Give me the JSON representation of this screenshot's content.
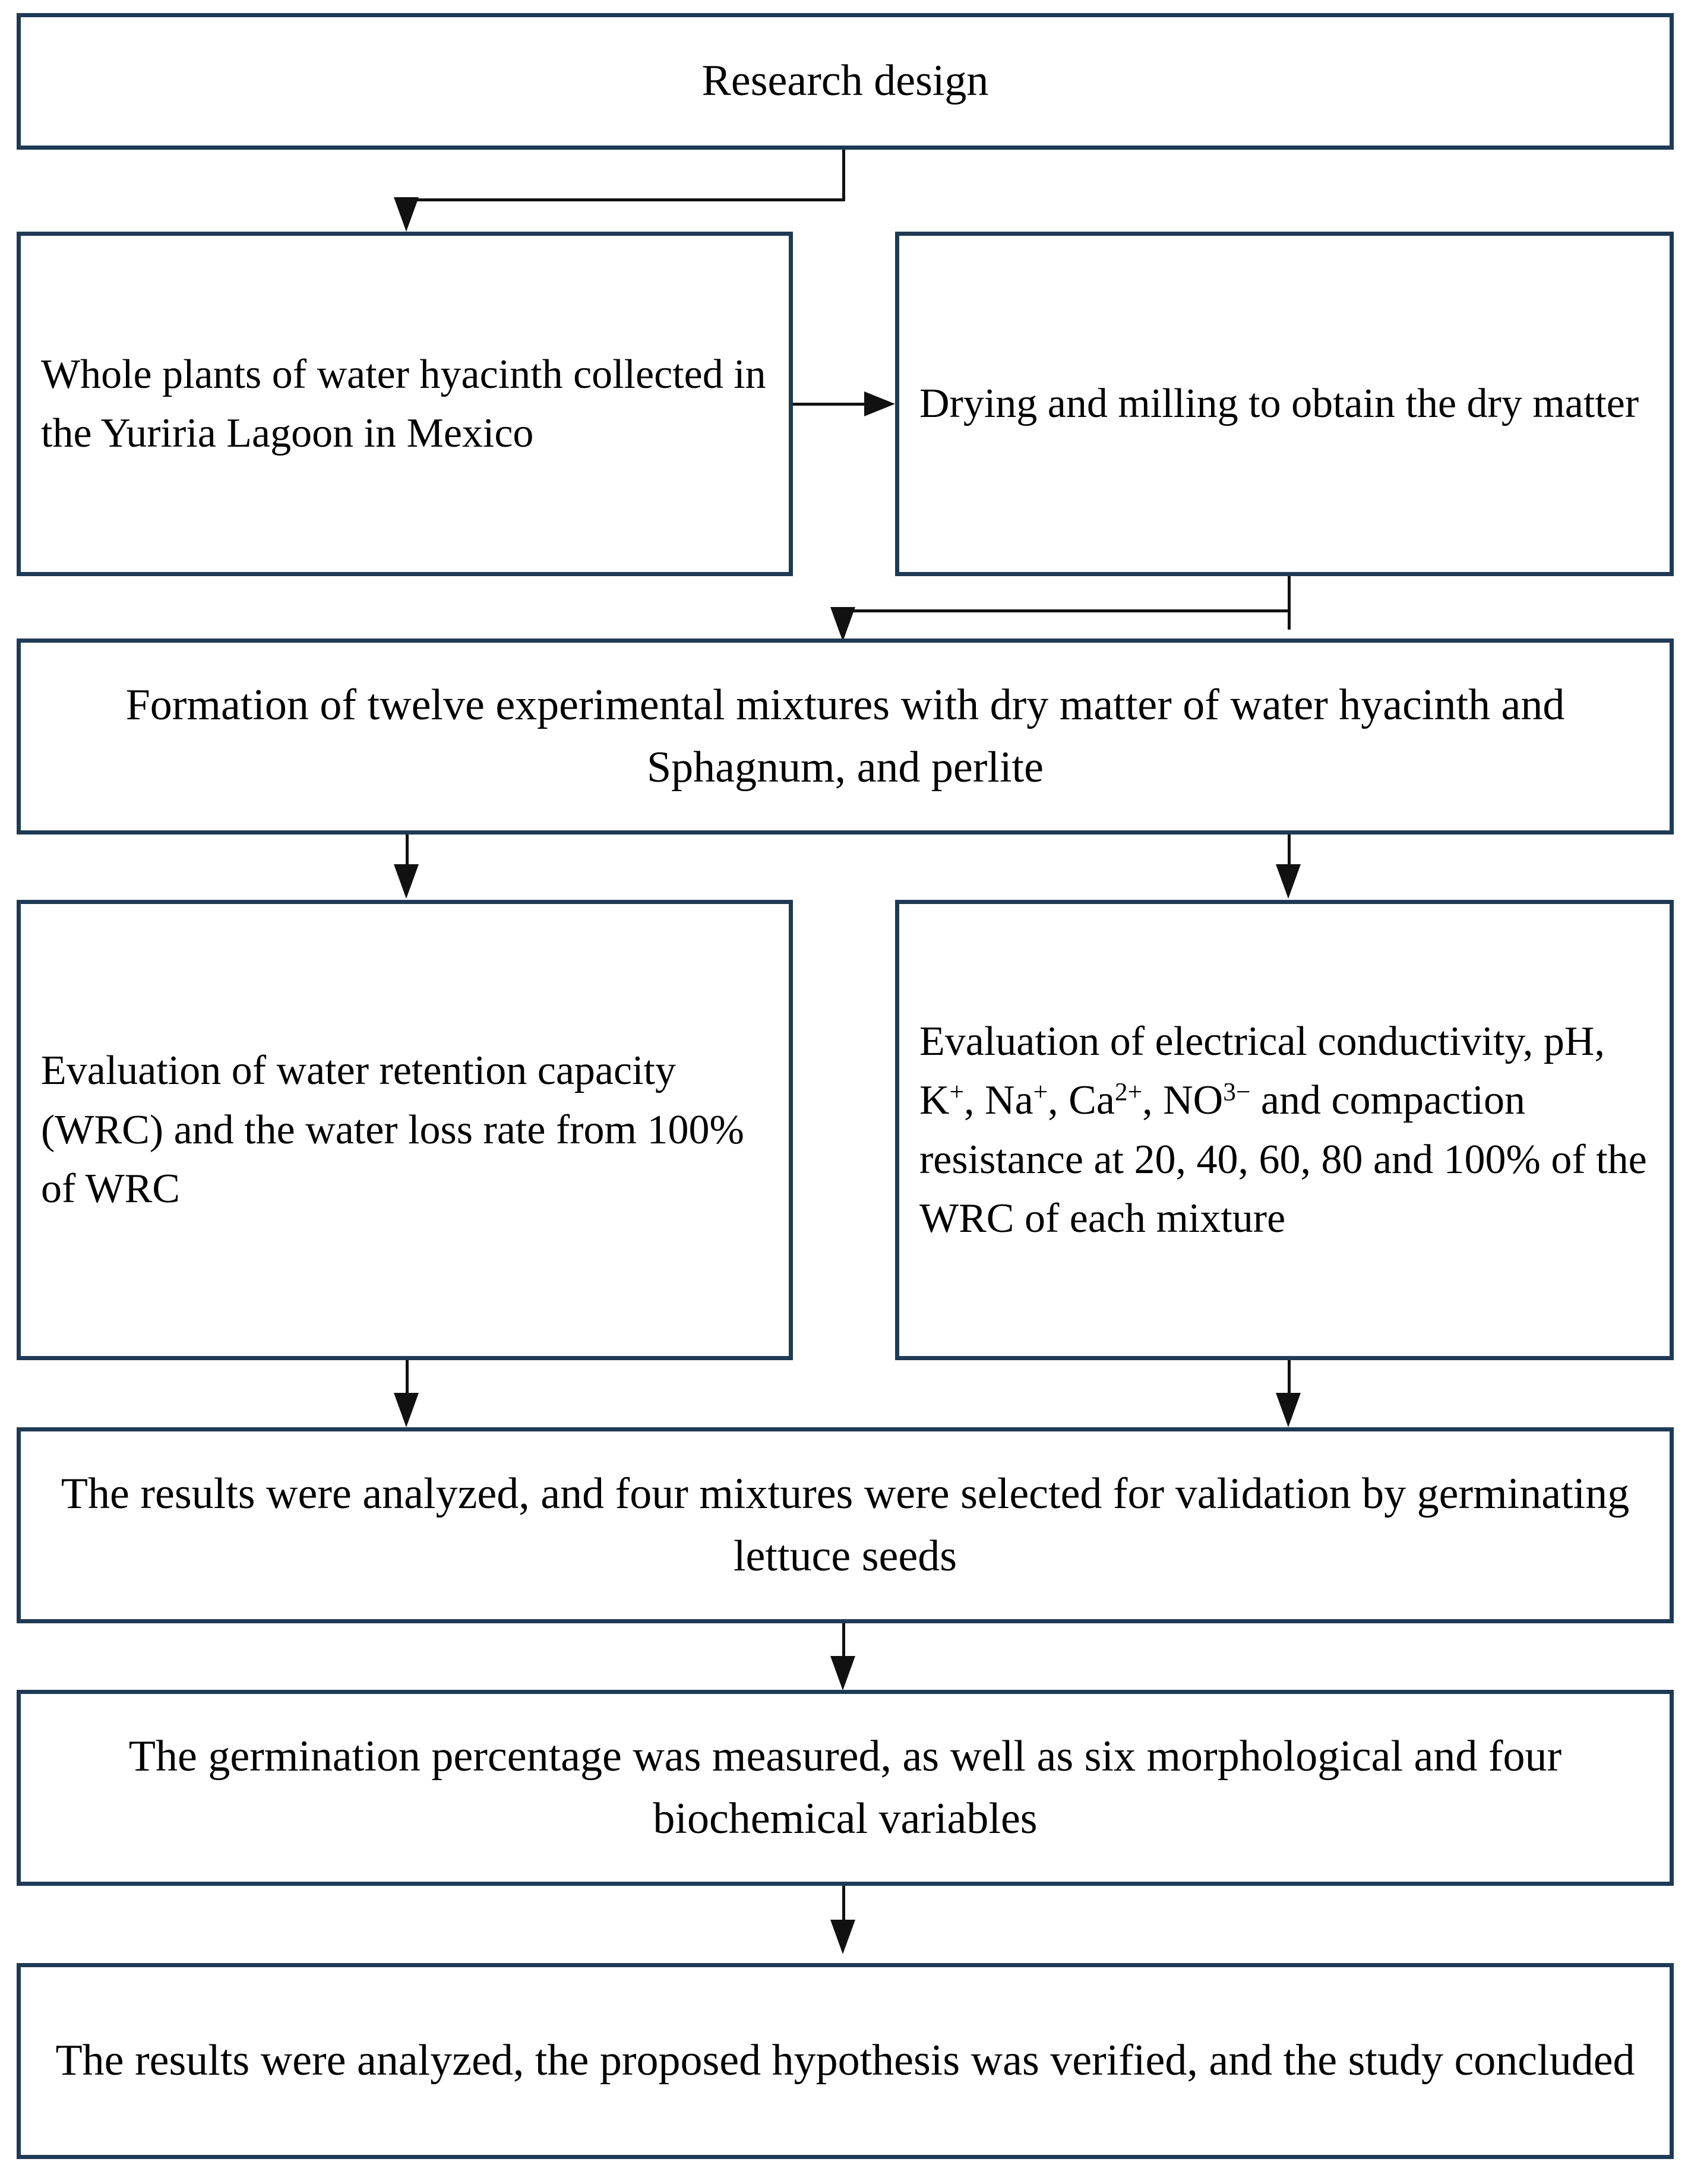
{
  "diagram": {
    "title": "Research design flowchart",
    "border_color": "#1e3a55",
    "connector_color": "#111111",
    "background": "#ffffff",
    "nodes": [
      {
        "id": "research",
        "label": "Research design"
      },
      {
        "id": "collect",
        "label": "Whole plants of water hyacinth collected in the Yuriria Lagoon in Mexico"
      },
      {
        "id": "drying",
        "label": "Drying and milling to obtain the dry matter"
      },
      {
        "id": "formation",
        "label": "Formation of twelve experimental mixtures with dry matter of water hyacinth and Sphagnum, and perlite"
      },
      {
        "id": "wrc",
        "label": "Evaluation of water retention capacity (WRC) and the water loss rate from 100% of WRC"
      },
      {
        "id": "chem_pre",
        "label": "Evaluation of electrical conductivity, pH, K"
      },
      {
        "id": "chem_mid1",
        "label": ", Na"
      },
      {
        "id": "chem_mid2",
        "label": ", Ca"
      },
      {
        "id": "chem_mid3",
        "label": ", NO"
      },
      {
        "id": "chem_tail",
        "label": " and compaction resistance at 20, 40, 60, 80 and 100% of the WRC of each mixture"
      },
      {
        "id": "analyzed",
        "label": "The results were analyzed, and four mixtures were selected for validation by germinating lettuce seeds"
      },
      {
        "id": "germ",
        "label": "The germination percentage was measured, as well as six morphological and four biochemical variables"
      },
      {
        "id": "concluded",
        "label": "The results were analyzed, the proposed hypothesis was verified, and the study concluded"
      }
    ],
    "superscripts": {
      "k_charge": "+",
      "na_charge": "+",
      "ca_charge": "2+",
      "no_charge": "3−"
    },
    "edges": [
      {
        "from": "research",
        "to": "collect",
        "style": "elbow-left-down"
      },
      {
        "from": "collect",
        "to": "drying",
        "style": "straight-right"
      },
      {
        "from": "drying",
        "to": "formation",
        "style": "elbow-left-down"
      },
      {
        "from": "formation",
        "to": "wrc",
        "style": "straight-down"
      },
      {
        "from": "formation",
        "to": "chem",
        "style": "straight-down"
      },
      {
        "from": "wrc",
        "to": "analyzed",
        "style": "straight-down"
      },
      {
        "from": "chem",
        "to": "analyzed",
        "style": "straight-down"
      },
      {
        "from": "analyzed",
        "to": "germ",
        "style": "straight-down"
      },
      {
        "from": "germ",
        "to": "concluded",
        "style": "straight-down"
      }
    ]
  }
}
